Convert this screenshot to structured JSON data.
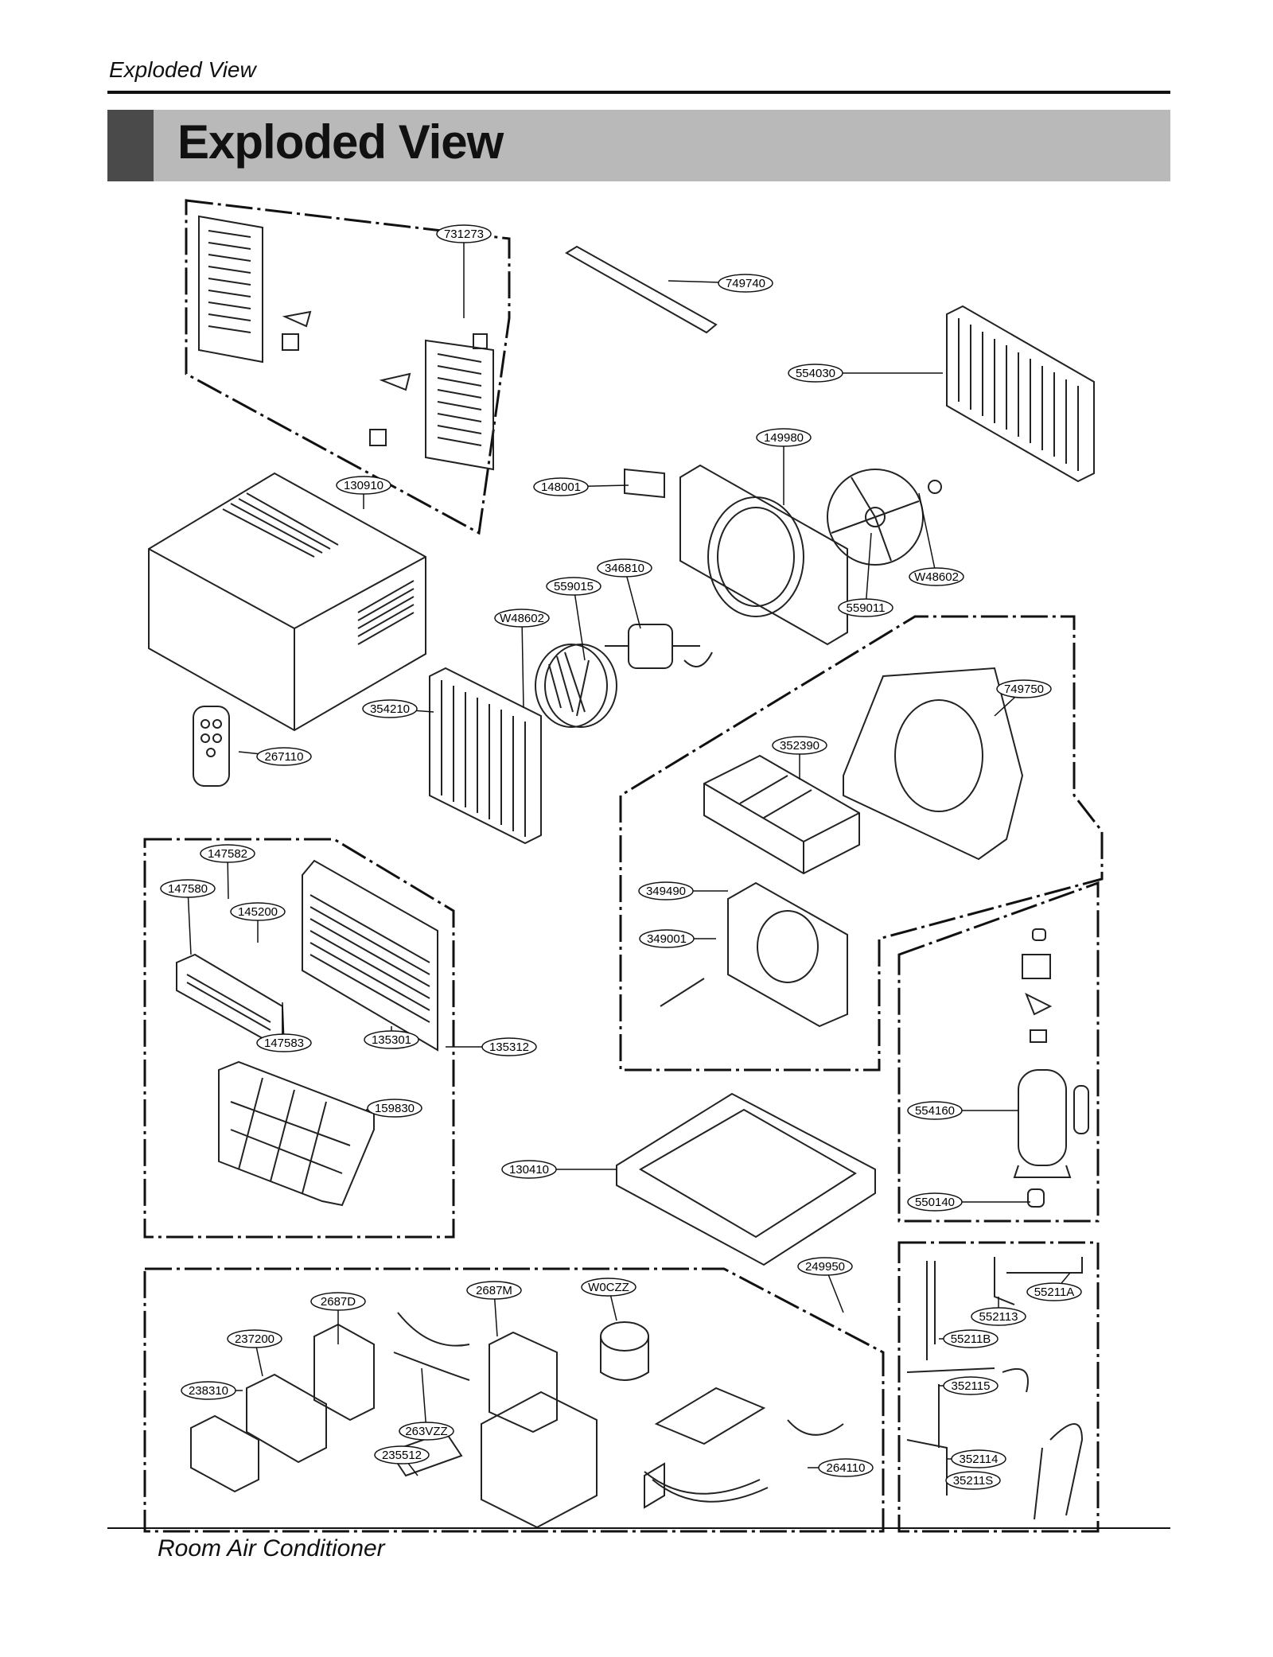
{
  "header": {
    "running_title": "Exploded View",
    "section_title": "Exploded View"
  },
  "footer": {
    "text": "Room Air Conditioner"
  },
  "parts": [
    {
      "id": "p0",
      "label": "731273"
    },
    {
      "id": "p1",
      "label": "749740"
    },
    {
      "id": "p2",
      "label": "554030"
    },
    {
      "id": "p3",
      "label": "149980"
    },
    {
      "id": "p4",
      "label": "148001"
    },
    {
      "id": "p5",
      "label": "130910"
    },
    {
      "id": "p6",
      "label": "346810"
    },
    {
      "id": "p7",
      "label": "559015"
    },
    {
      "id": "p8",
      "label": "W48602"
    },
    {
      "id": "p9",
      "label": "W48602"
    },
    {
      "id": "p10",
      "label": "559011"
    },
    {
      "id": "p11",
      "label": "749750"
    },
    {
      "id": "p12",
      "label": "354210"
    },
    {
      "id": "p13",
      "label": "267110"
    },
    {
      "id": "p14",
      "label": "352390"
    },
    {
      "id": "p15",
      "label": "147582"
    },
    {
      "id": "p16",
      "label": "147580"
    },
    {
      "id": "p17",
      "label": "145200"
    },
    {
      "id": "p18",
      "label": "349490"
    },
    {
      "id": "p19",
      "label": "349001"
    },
    {
      "id": "p20",
      "label": "147583"
    },
    {
      "id": "p21",
      "label": "135301"
    },
    {
      "id": "p22",
      "label": "135312"
    },
    {
      "id": "p23",
      "label": "159830"
    },
    {
      "id": "p24",
      "label": "554160"
    },
    {
      "id": "p25",
      "label": "130410"
    },
    {
      "id": "p26",
      "label": "550140"
    },
    {
      "id": "p27",
      "label": "249950"
    },
    {
      "id": "p28",
      "label": "2687D"
    },
    {
      "id": "p29",
      "label": "2687M"
    },
    {
      "id": "p30",
      "label": "W0CZZ"
    },
    {
      "id": "p31",
      "label": "237200"
    },
    {
      "id": "p32",
      "label": "238310"
    },
    {
      "id": "p33",
      "label": "263VZZ"
    },
    {
      "id": "p34",
      "label": "235512"
    },
    {
      "id": "p35",
      "label": "264110"
    },
    {
      "id": "p36",
      "label": "55211A"
    },
    {
      "id": "p37",
      "label": "552113"
    },
    {
      "id": "p38",
      "label": "55211B"
    },
    {
      "id": "p39",
      "label": "352115"
    },
    {
      "id": "p40",
      "label": "352114"
    },
    {
      "id": "p41",
      "label": "35211S"
    }
  ]
}
